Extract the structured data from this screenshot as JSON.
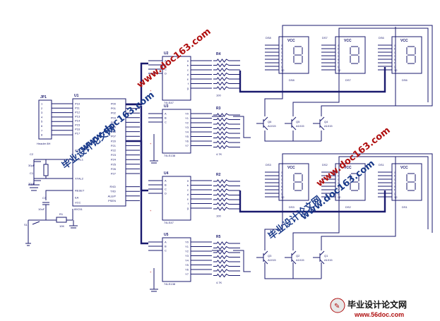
{
  "labels": {
    "header": "JP1",
    "header_name": "Header 8H",
    "mcu_ref": "U1",
    "mcu_name": "89C51",
    "mcu_pins": [
      "P10",
      "P11",
      "P12",
      "P13",
      "P14",
      "P15",
      "P16",
      "P17",
      "RST",
      "XTAL1",
      "XTAL2",
      "RESET",
      "EA",
      "VCC",
      "P00",
      "P01",
      "P02",
      "P03",
      "P04",
      "P05",
      "P06",
      "P07",
      "P20",
      "P21",
      "P22",
      "P23",
      "P24",
      "P25",
      "P26",
      "P27",
      "RXD",
      "TXD",
      "ALE/P",
      "PSEN"
    ],
    "c1": "C1",
    "c1_val": "30pF",
    "c2": "C2",
    "c2_val": "30pF",
    "c3": "C3",
    "c3_val": "10uF",
    "r1": "R1",
    "r1_val": "10K",
    "sw": "S1",
    "u2": "U2",
    "u2_name": "74LS47",
    "u3": "U3",
    "u3_name": "74LS138",
    "u4": "U4",
    "u4_name": "74LS47",
    "u5": "U5",
    "u5_name": "74LS138",
    "rn1": "R4",
    "rn1_val": "100",
    "rn2": "R3",
    "rn2_val": "4.7K",
    "rn3": "R2",
    "rn3_val": "100",
    "rn4": "R5",
    "rn4_val": "4.7K",
    "disp_top": [
      "DS8",
      "DS7",
      "DS6"
    ],
    "disp_bot": [
      "DS3",
      "DS2",
      "DS1"
    ],
    "q_top": [
      "Q6",
      "Q5",
      "Q4"
    ],
    "q_bot": [
      "Q3",
      "Q2",
      "Q1"
    ],
    "q_type": "A1015",
    "vcc": "VCC",
    "seg_letters": [
      "a",
      "b",
      "c",
      "d",
      "e",
      "f",
      "g",
      "dp"
    ],
    "dec_in": [
      "A",
      "B",
      "C",
      "D"
    ],
    "dec_out": [
      "a",
      "b",
      "c",
      "d",
      "e",
      "f",
      "g"
    ],
    "sel_in": [
      "A",
      "B",
      "C"
    ],
    "sel_out": [
      "Y0",
      "Y1",
      "Y2",
      "Y3",
      "Y4",
      "Y5",
      "Y6",
      "Y7"
    ]
  },
  "watermarks": {
    "cn": "毕业设计论文网",
    "url": "www.doc163.com",
    "footer_cn": "毕业设计论文网",
    "footer_url": "www.56doc.com"
  },
  "colors": {
    "ink": "#1a1a6e",
    "watermark_blue": "#1a3a8a",
    "watermark_red": "#b01010"
  }
}
